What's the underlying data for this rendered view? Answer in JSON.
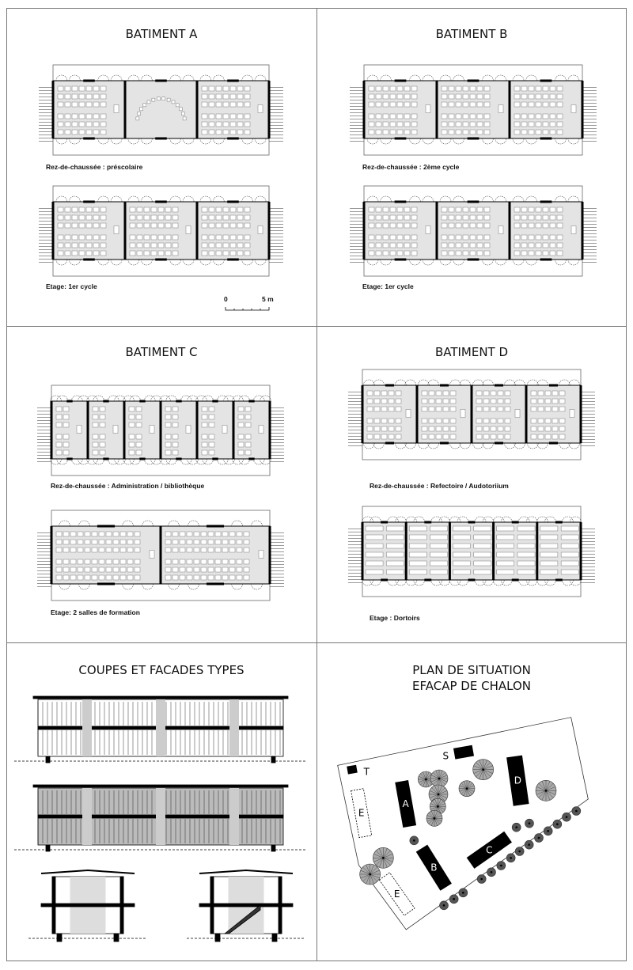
{
  "panels": {
    "a": {
      "title": "BATIMENT A",
      "cap1": "Rez-de-chaussée : préscolaire",
      "cap2": "Etage: 1er cycle"
    },
    "b": {
      "title": "BATIMENT B",
      "cap1": "Rez-de-chaussée : 2ème cycle",
      "cap2": "Etage: 1er cycle"
    },
    "c": {
      "title": "BATIMENT C",
      "cap1": "Rez-de-chaussée : Administration / bibliothèque",
      "cap2": "Etage:  2 salles de formation"
    },
    "d": {
      "title": "BATIMENT D",
      "cap1": "Rez-de-chaussée : Refectoire / Audotoriium",
      "cap2": "Etage : Dortoirs"
    },
    "e": {
      "title": "COUPES ET FACADES TYPES"
    },
    "f": {
      "title1": "PLAN DE SITUATION",
      "title2": "EFACAP DE CHALON"
    }
  },
  "scale": {
    "zero": "0",
    "five": "5 m"
  },
  "site_labels": {
    "a": "A",
    "b": "B",
    "c": "C",
    "d": "D",
    "s": "S",
    "t": "T",
    "e1": "E",
    "e2": "E"
  },
  "colors": {
    "floor": "#e4e4e4",
    "wall": "#000000",
    "furniture": "#7a7a7a",
    "tree": "#555555"
  }
}
